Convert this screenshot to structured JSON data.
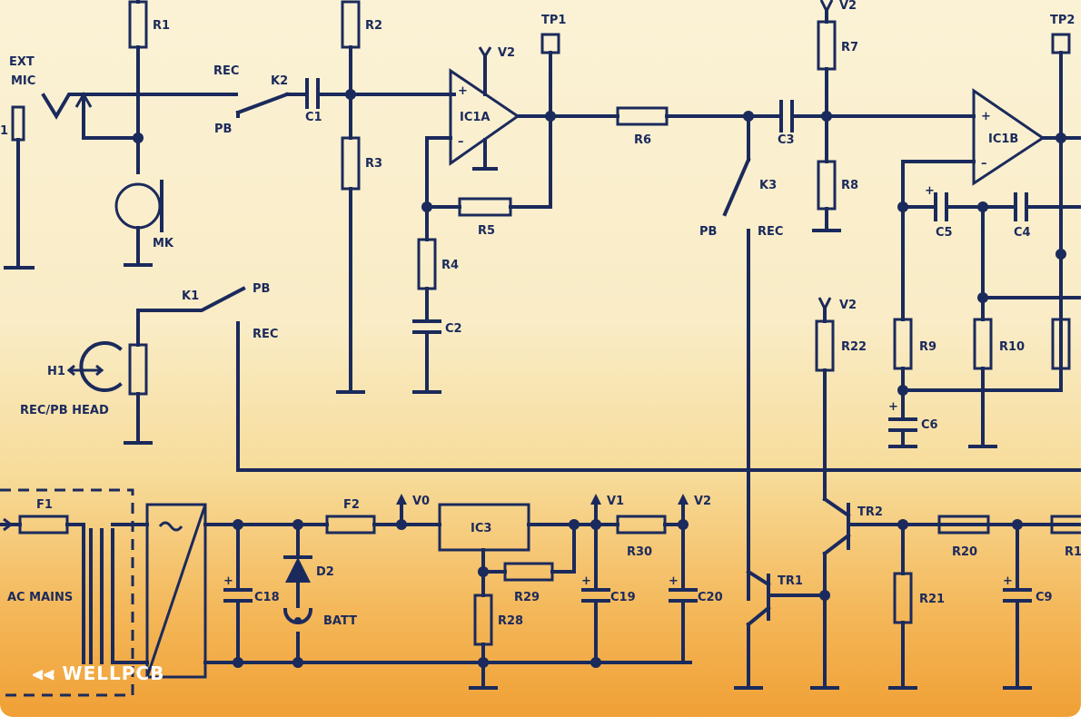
{
  "labels": {
    "ext_mic": [
      "EXT",
      "MIC"
    ],
    "r1": "R1",
    "r2": "R2",
    "r3": "R3",
    "r4": "R4",
    "r5": "R5",
    "r6": "R6",
    "r7": "R7",
    "r8": "R8",
    "r9": "R9",
    "r10": "R10",
    "r20": "R20",
    "r21": "R21",
    "r22": "R22",
    "r28": "R28",
    "r29": "R29",
    "r30": "R30",
    "r1b": "R1",
    "c1": "C1",
    "c2": "C2",
    "c3": "C3",
    "c4": "C4",
    "c5": "C5",
    "c6": "C6",
    "c9": "C9",
    "c18": "C18",
    "c19": "C19",
    "c20": "C20",
    "rec": "REC",
    "pb": "PB",
    "k1": "K1",
    "k2": "K2",
    "k3": "K3",
    "mk": "MK",
    "h1": "H1",
    "head": "REC/PB HEAD",
    "tp1": "TP1",
    "tp2": "TP2",
    "v0": "V0",
    "v1": "V1",
    "v2": "V2",
    "ic1a": "IC1A",
    "ic1b": "IC1B",
    "ic3": "IC3",
    "tr1": "TR1",
    "tr2": "TR2",
    "f1": "F1",
    "f2": "F2",
    "d2": "D2",
    "batt": "BATT",
    "ac_mains": "AC MAINS",
    "plus": "+",
    "minus": "–",
    "one": "1"
  },
  "watermark": "WELLPCB",
  "colors": {
    "ink": "#1b2a5c",
    "bg_top": "#fbf2d6",
    "bg_bottom": "#f0a035"
  }
}
